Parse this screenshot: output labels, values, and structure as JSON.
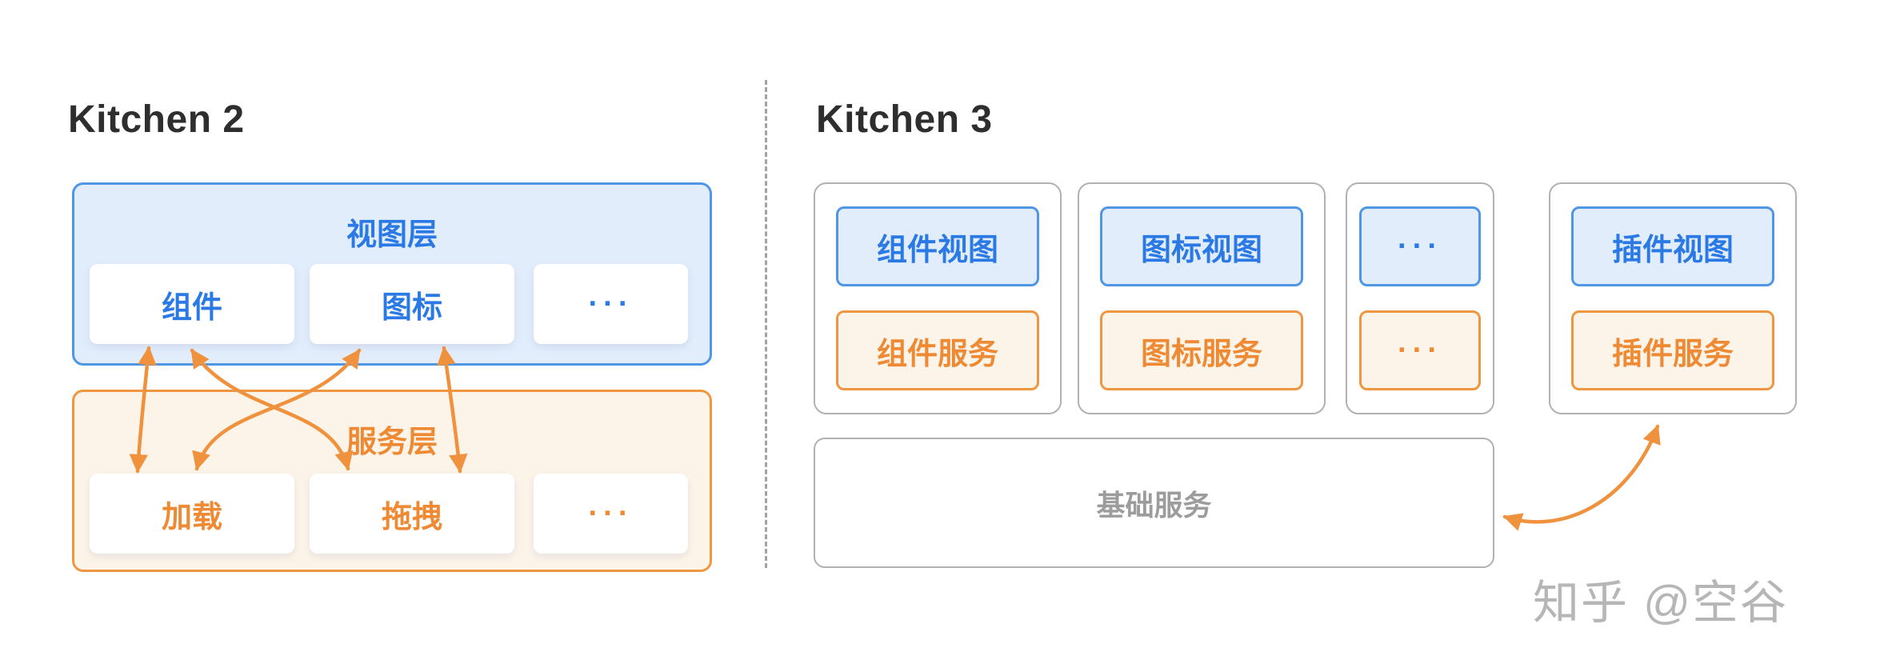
{
  "colors": {
    "title": "#2e2e2e",
    "blue-border": "#4f97e4",
    "blue-fill": "#e2edfc",
    "blue-text": "#2b79e4",
    "orange-border": "#ef9740",
    "orange-fill": "#fdf4e9",
    "orange-text": "#ee8a33",
    "arrow": "#f0913d",
    "card-border": "#b1b1b1",
    "muted-text": "#9c9c9c",
    "divider": "#a3a3a3",
    "watermark": "#b6b6b6",
    "cell-bg": "#ffffff"
  },
  "kitchen2": {
    "title": "Kitchen 2",
    "view_layer": {
      "label": "视图层",
      "cells": [
        "组件",
        "图标",
        "···"
      ]
    },
    "service_layer": {
      "label": "服务层",
      "cells": [
        "加载",
        "拖拽",
        "···"
      ]
    }
  },
  "kitchen3": {
    "title": "Kitchen 3",
    "cards": [
      {
        "view": "组件视图",
        "service": "组件服务"
      },
      {
        "view": "图标视图",
        "service": "图标服务"
      },
      {
        "view": "···",
        "service": "···"
      },
      {
        "view": "插件视图",
        "service": "插件服务"
      }
    ],
    "base_service_label": "基础服务"
  },
  "watermark_text": "知乎 @空谷"
}
